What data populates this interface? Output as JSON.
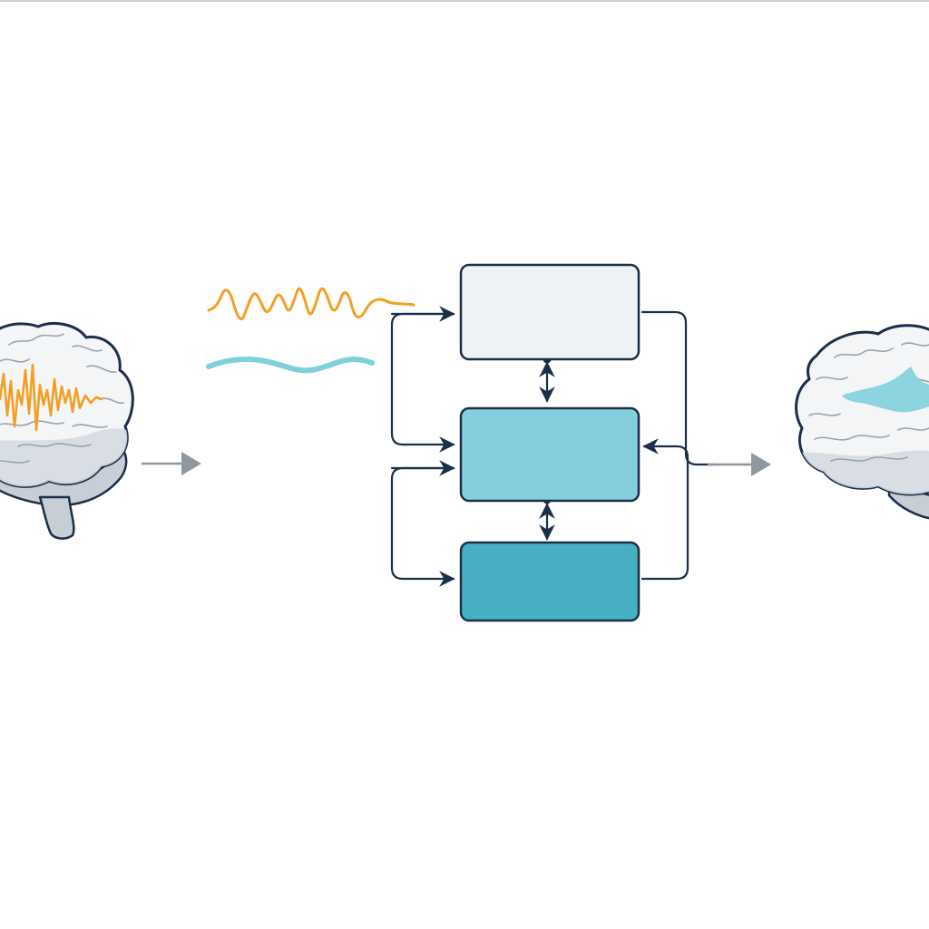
{
  "colors": {
    "background": "#ffffff",
    "outline": "#1b2f48",
    "brain_fill": "#f3f5f7",
    "brain_shadow": "#c7ced6",
    "brain_fold": "#9aa3ad",
    "signal_orange": "#f2a024",
    "signal_cyan": "#7fd0dd",
    "block_top": "#eef2f5",
    "block_middle": "#83d0dc",
    "block_bottom": "#46b0c2",
    "arrow_gray": "#8f97a1"
  },
  "diagram": {
    "nodes": [
      {
        "id": "input-brain",
        "kind": "brain-illustration",
        "overlay": "orange-oscillation"
      },
      {
        "id": "orange-signal",
        "kind": "waveform"
      },
      {
        "id": "cyan-signal",
        "kind": "waveform"
      },
      {
        "id": "block-top",
        "kind": "process-block",
        "label": ""
      },
      {
        "id": "block-middle",
        "kind": "process-block",
        "label": ""
      },
      {
        "id": "block-bottom",
        "kind": "process-block",
        "label": ""
      },
      {
        "id": "output-brain",
        "kind": "brain-illustration",
        "overlay": "cyan-region"
      }
    ],
    "edges": [
      {
        "from": "input-brain",
        "to": "orange-signal"
      },
      {
        "from": "orange-signal",
        "to": "block-top"
      },
      {
        "from": "block-top",
        "to": "block-middle",
        "bidirectional": true
      },
      {
        "from": "block-middle",
        "to": "block-bottom",
        "bidirectional": true
      },
      {
        "from": "block-top",
        "to": "block-middle",
        "via": "left-loop"
      },
      {
        "from": "block-middle",
        "to": "block-bottom",
        "via": "left-loop"
      },
      {
        "from": "block-bottom",
        "to": "block-middle",
        "via": "right-loop"
      },
      {
        "from": "block-top",
        "to": "output-brain"
      }
    ]
  }
}
